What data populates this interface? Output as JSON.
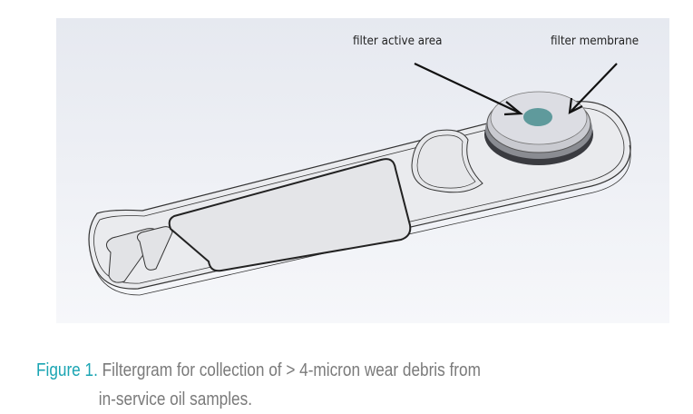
{
  "figure": {
    "labels": {
      "active_area": "filter active area",
      "membrane": "filter membrane"
    },
    "colors": {
      "active_area": "#5f9a9c",
      "accent": "#1ba5b3"
    }
  },
  "caption": {
    "number": "Figure 1.",
    "line1": "Filtergram for collection of > 4-micron wear debris from",
    "line2": "in-service oil samples."
  }
}
